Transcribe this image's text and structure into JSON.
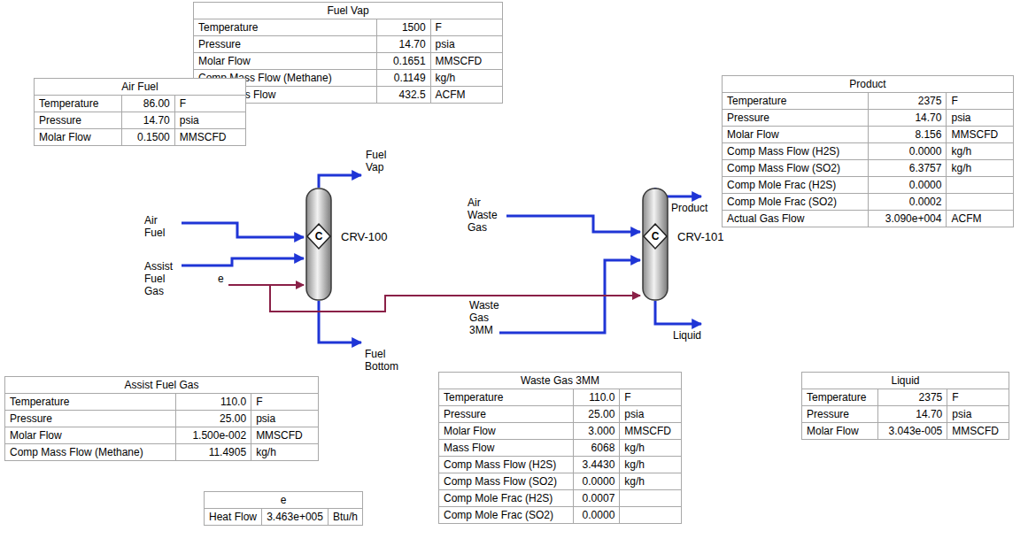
{
  "diagram": {
    "nodes": [
      {
        "text": [
          "Fuel Vap",
          "Temperature",
          "1500",
          "F",
          "Pressure",
          "14.70",
          "psia",
          "Molar Flow",
          "0.1651",
          "MMSCFD",
          "Comp Mass Flow (Methane)",
          "0.1149",
          "kg/h",
          "Actual Gas Flow",
          "432.5",
          "ACFM"
        ]
      },
      {
        "text": [
          "Air Fuel",
          "Temperature",
          "86.00",
          "F",
          "Pressure",
          "14.70",
          "psia",
          "Molar Flow",
          "0.1500",
          "MMSCFD"
        ]
      },
      {
        "text": [
          "Product",
          "Temperature",
          "2375",
          "F",
          "Pressure",
          "14.70",
          "psia",
          "Molar Flow",
          "8.156",
          "MMSCFD",
          "Comp Mass Flow (H2S)",
          "0.0000",
          "kg/h",
          "Comp Mass Flow (SO2)",
          "6.3757",
          "kg/h",
          "Comp Mole Frac (H2S)",
          "0.0000",
          "Comp Mole Frac (SO2)",
          "0.0002",
          "Actual Gas Flow",
          "3.090e+004",
          "ACFM"
        ]
      },
      {
        "text": [
          "C",
          "CRV-100"
        ]
      },
      {
        "text": [
          "C",
          "CRV-101"
        ]
      },
      {
        "text": [
          "Assist Fuel Gas",
          "Temperature",
          "110.0",
          "F",
          "Pressure",
          "25.00",
          "psia",
          "Molar Flow",
          "1.500e-002",
          "MMSCFD",
          "Comp Mass Flow (Methane)",
          "11.4905",
          "kg/h"
        ]
      },
      {
        "text": [
          "Waste Gas 3MM",
          "Temperature",
          "110.0",
          "F",
          "Pressure",
          "25.00",
          "psia",
          "Molar Flow",
          "3.000",
          "MMSCFD",
          "Mass Flow",
          "6068",
          "kg/h",
          "Comp Mass Flow (H2S)",
          "3.4430",
          "kg/h",
          "Comp Mass Flow (SO2)",
          "0.0000",
          "kg/h",
          "Comp Mole Frac (H2S)",
          "0.0007",
          "Comp Mole Frac (SO2)",
          "0.0000"
        ]
      },
      {
        "text": [
          "Liquid",
          "Temperature",
          "2375",
          "F",
          "Pressure",
          "14.70",
          "psia",
          "Molar Flow",
          "3.043e-005",
          "MMSCFD"
        ]
      },
      {
        "text": [
          "e",
          "Heat Flow",
          "3.463e+005",
          "Btu/h"
        ]
      }
    ],
    "labels": [
      "Air Fuel",
      "Assist Fuel Gas",
      "e",
      "Fuel Vap",
      "Fuel Bottom",
      "Air Waste Gas",
      "Waste Gas 3MM",
      "Product",
      "Liquid"
    ]
  }
}
